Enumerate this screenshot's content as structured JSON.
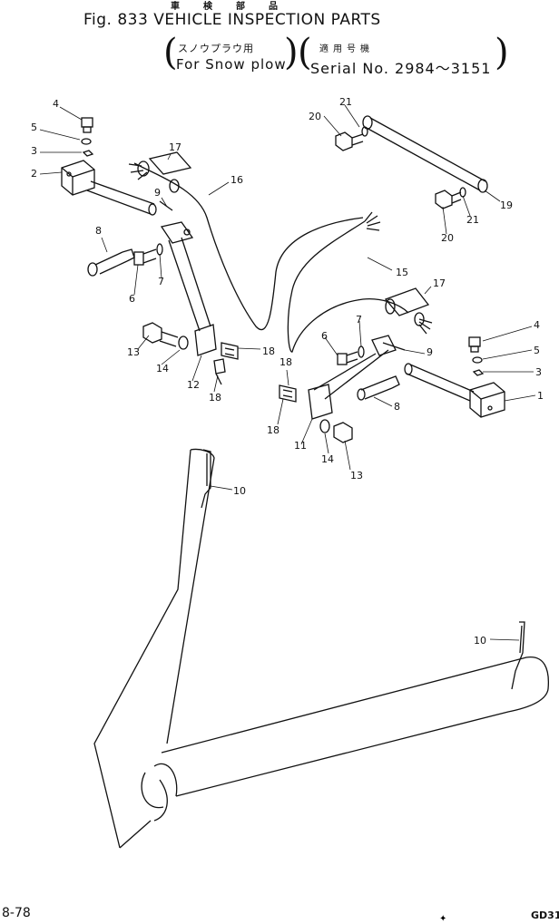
{
  "header": {
    "jp_title": "車検部品",
    "title": "Fig. 833  VEHICLE INSPECTION PARTS",
    "sub_left_jp": "スノウプラウ用",
    "sub_left": "For Snow plow",
    "sub_right_jp": "適用号機",
    "sub_right": "Serial No. 2984～3151"
  },
  "footer": {
    "page": "8-78",
    "code": "GD31"
  },
  "callouts": [
    "4",
    "5",
    "3",
    "2",
    "17",
    "16",
    "9",
    "8",
    "6",
    "7",
    "13",
    "14",
    "12",
    "18",
    "18",
    "20",
    "21",
    "19",
    "21",
    "20",
    "15",
    "17",
    "4",
    "5",
    "3",
    "1",
    "7",
    "6",
    "9",
    "18",
    "18",
    "11",
    "8",
    "14",
    "13",
    "10",
    "10"
  ]
}
